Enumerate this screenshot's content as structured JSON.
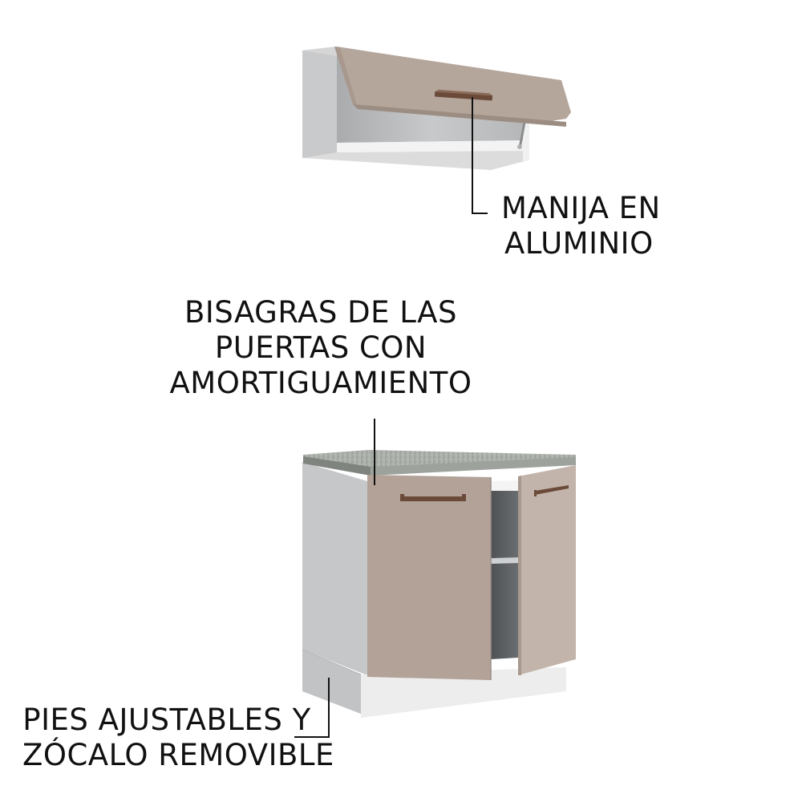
{
  "image": {
    "subject": "kitchen cabinet set",
    "background": "#ffffff"
  },
  "colors": {
    "door_taupe": "#b5a69c",
    "door_taupe_light": "#c2b4aa",
    "carcass_white": "#e6e6e6",
    "carcass_side": "#cfcfcf",
    "interior_dark": "#5a5d60",
    "handle_bronze": "#6b4a3a",
    "countertop_stone": "#9aa09a",
    "callout_line": "#111111",
    "text": "#111111"
  },
  "upper_cabinet": {
    "type": "wall cabinet with lift-up door"
  },
  "base_cabinet": {
    "type": "two-door base cabinet with stone countertop"
  },
  "callouts": {
    "handle": {
      "lines": [
        "MANIJA EN",
        "ALUMINIO"
      ]
    },
    "hinges": {
      "lines": [
        "BISAGRAS DE LAS",
        "PUERTAS CON",
        "AMORTIGUAMIENTO"
      ]
    },
    "feet": {
      "lines": [
        "PIES AJUSTABLES Y",
        "ZÓCALO REMOVIBLE"
      ]
    }
  }
}
